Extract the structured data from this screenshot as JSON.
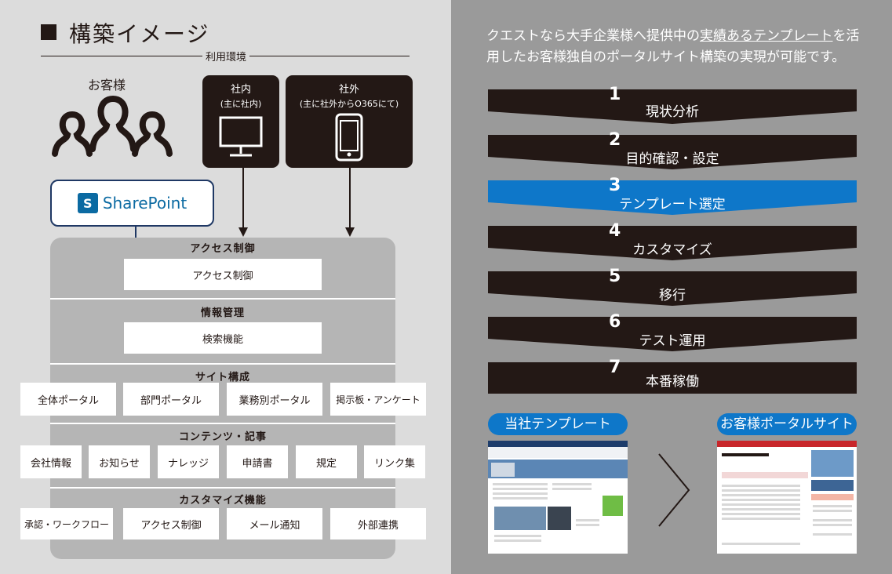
{
  "left": {
    "title": "構築イメージ",
    "env_label": "利用環境",
    "customer_label": "お客様",
    "internal": {
      "title": "社内",
      "sub": "(主に社内)"
    },
    "external": {
      "title": "社外",
      "sub": "(主に社外からO365にて)"
    },
    "sharepoint": {
      "logo_letter": "S",
      "name": "SharePoint"
    },
    "sections": [
      {
        "title": "アクセス制御",
        "items": [
          "アクセス制御"
        ]
      },
      {
        "title": "情報管理",
        "items": [
          "検索機能"
        ]
      },
      {
        "title": "サイト構成",
        "items": [
          "全体ポータル",
          "部門ポータル",
          "業務別ポータル",
          "掲示板・アンケート"
        ]
      },
      {
        "title": "コンテンツ・記事",
        "items": [
          "会社情報",
          "お知らせ",
          "ナレッジ",
          "申請書",
          "規定",
          "リンク集"
        ]
      },
      {
        "title": "カスタマイズ機能",
        "items": [
          "承認・ワークフロー",
          "アクセス制御",
          "メール通知",
          "外部連携"
        ]
      }
    ]
  },
  "right": {
    "intro_pre": "クエストなら大手企業様へ提供中の",
    "intro_underlined": "実績あるテンプレート",
    "intro_post": "を活用したお客様独自のポータルサイト構築の実現が可能です。",
    "steps": [
      {
        "num": "1",
        "label": "現状分析"
      },
      {
        "num": "2",
        "label": "目的確認・設定"
      },
      {
        "num": "3",
        "label": "テンプレート選定"
      },
      {
        "num": "4",
        "label": "カスタマイズ"
      },
      {
        "num": "5",
        "label": "移行"
      },
      {
        "num": "6",
        "label": "テスト運用"
      },
      {
        "num": "7",
        "label": "本番稼働"
      }
    ],
    "template_pill": "当社テンプレート",
    "customer_pill": "お客様ポータルサイト",
    "colors": {
      "dark": "#231815",
      "accent": "#0e77c9"
    }
  }
}
